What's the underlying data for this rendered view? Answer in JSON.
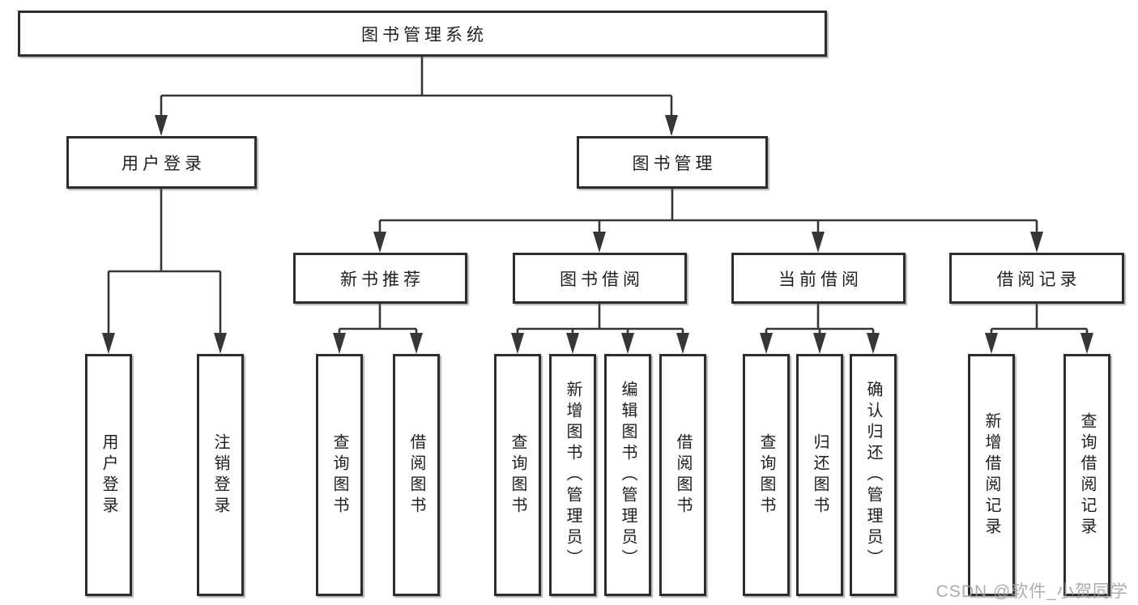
{
  "diagram": {
    "root": {
      "label": "图书管理系统"
    },
    "level2": [
      {
        "label": "用户登录",
        "children": [
          {
            "label": "用户登录"
          },
          {
            "label": "注销登录"
          }
        ]
      },
      {
        "label": "图书管理",
        "children": [
          {
            "label": "新书推荐",
            "children": [
              {
                "label": "查询图书"
              },
              {
                "label": "借阅图书"
              }
            ]
          },
          {
            "label": "图书借阅",
            "children": [
              {
                "label": "查询图书"
              },
              {
                "label": "新增图书（管理员）"
              },
              {
                "label": "编辑图书（管理员）"
              },
              {
                "label": "借阅图书"
              }
            ]
          },
          {
            "label": "当前借阅",
            "children": [
              {
                "label": "查询图书"
              },
              {
                "label": "归还图书"
              },
              {
                "label": "确认归还（管理员）"
              }
            ]
          },
          {
            "label": "借阅记录",
            "children": [
              {
                "label": "新增借阅记录"
              },
              {
                "label": "查询借阅记录"
              }
            ]
          }
        ]
      }
    ]
  },
  "watermark": {
    "text": "CSDN @软件_小贺同学"
  },
  "colors": {
    "line": "#363636",
    "box_border": "#2d2d2d",
    "text": "#1f1f1f",
    "watermark": "#9e9e9e",
    "background": "#ffffff"
  }
}
